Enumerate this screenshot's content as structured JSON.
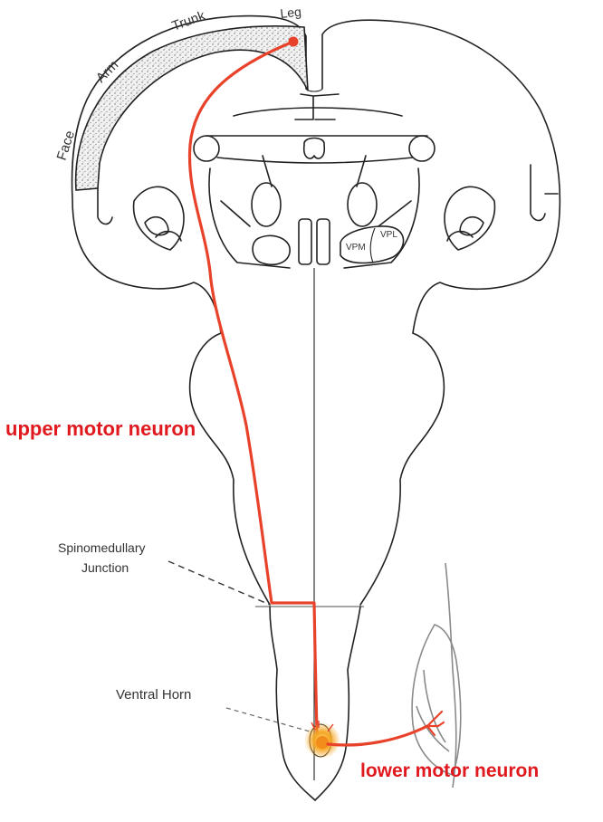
{
  "homunculus_labels": {
    "face": "Face",
    "arm": "Arm",
    "trunk": "Trunk",
    "leg": "Leg"
  },
  "thalamus_labels": {
    "vpm": "VPM",
    "vpl": "VPL"
  },
  "structure_labels": {
    "spinomedullary_line1": "Spinomedullary",
    "spinomedullary_line2": "Junction",
    "ventral_horn": "Ventral Horn"
  },
  "pathway_labels": {
    "upper_motor_neuron": "upper motor neuron",
    "lower_motor_neuron": "lower motor neuron"
  },
  "colors": {
    "neuron": "#e8432a",
    "label_red": "#e0191f",
    "outline": "#222222"
  }
}
